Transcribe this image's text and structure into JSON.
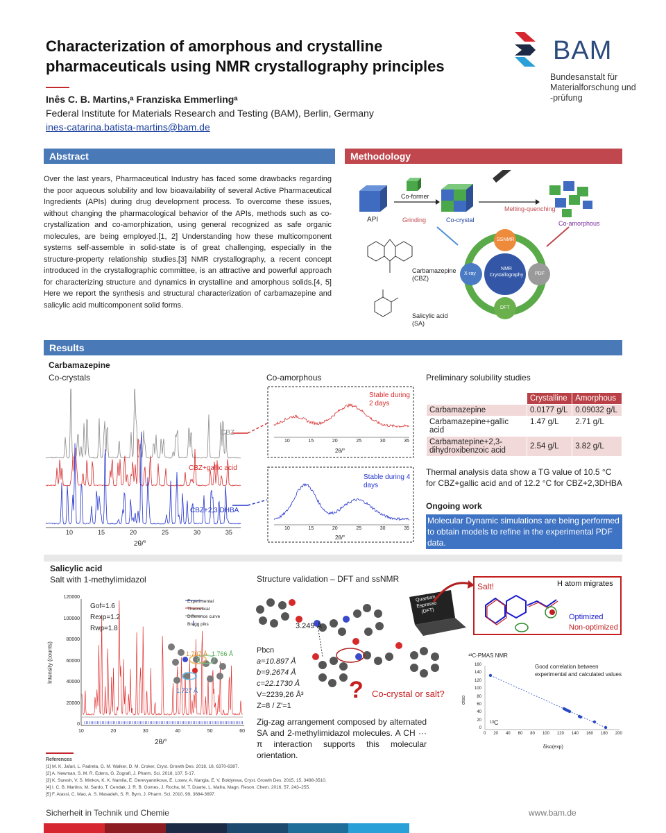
{
  "header": {
    "title": "Characterization of amorphous and crystalline pharmaceuticals using NMR crystallography principles",
    "authors": "Inês C. B. Martins,ᵃ Franziska Emmerlingᵃ",
    "affiliation": "Federal Institute for Materials Research and Testing (BAM), Berlin, Germany",
    "email": "ines-catarina.batista-martins@bam.de",
    "logo_word": "BAM",
    "logo_sub": "Bundesanstalt für Materialforschung und -prüfung"
  },
  "sections": {
    "abstract": "Abstract",
    "methodology": "Methodology",
    "results": "Results"
  },
  "abstract_text": "Over the last years, Pharmaceutical Industry has faced some drawbacks regarding the poor aqueous solubility and low bioavailability of several Active Pharmaceutical Ingredients (APIs) during drug development process. To overcome these issues, without changing the pharmacological behavior of the APIs, methods such as co-crystallization and co-amorphization, using general recognized as safe organic molecules, are being employed.[1, 2] Understanding how these multicomponent systems self-assemble in solid-state is of great challenging, especially in the structure-property relationship studies.[3] NMR crystallography, a recent concept introduced in the crystallographic committee, is an attractive and powerful approach for characterizing structure and dynamics in crystalline and amorphous solids.[4, 5] Here we report the synthesis and structural characterization of carbamazepine and salicylic acid multicomponent solid forms.",
  "methodology": {
    "api": "API",
    "coformer": "Co-former",
    "grinding": "Grinding",
    "cocrystal": "Co-crystal",
    "melting": "Melting-quenching",
    "coamorphous": "Co-amorphous",
    "cbz": "Carbamazepine (CBZ)",
    "sa": "Salicylic acid (SA)",
    "center": "NMR Crystallography",
    "ssnmr": "SSNMR",
    "xray": "X-ray",
    "pdf": "PDF",
    "dft": "DFT"
  },
  "carbamazepine": {
    "heading": "Carbamazepine",
    "cocrystals": "Co-crystals",
    "coamorphous": "Co-amorphous",
    "trace_cbz": "CBZ",
    "trace_gallic": "CBZ+gallic acid",
    "trace_dhba": "CBZ+2,3 DHBA",
    "xaxis_ticks": [
      "10",
      "15",
      "20",
      "25",
      "30",
      "35"
    ],
    "xlabel": "2θ/°",
    "stable1": "Stable during 2 days",
    "stable2": "Stable during 4 days"
  },
  "solubility": {
    "heading": "Preliminary solubility studies",
    "col1": "Crystalline",
    "col2": "Amorphous",
    "rows": [
      [
        "Carbamazepine",
        "0.0177 g/L",
        "0.09032 g/L"
      ],
      [
        "Carbamazepine+gallic acid",
        "1.47 g/L",
        "2.71 g/L"
      ],
      [
        "Carbamatepine+2,3-dihydroxibenzoic acid",
        "2.54 g/L",
        "3.82 g/L"
      ]
    ],
    "thermal": "Thermal analysis data show a TG value of 10.5 °C for CBZ+gallic acid and of 12.2 °C for CBZ+2,3DHBA",
    "ongoing_h": "Ongoing work",
    "ongoing": "Molecular Dynamic simulations are being performed to obtain models to refine in the experimental PDF data."
  },
  "salicylic": {
    "heading": "Salicylic acid",
    "salt": "Salt with 1-methylimidazol",
    "gof": "Gof=1.6",
    "rexp": "Rexp=1.2",
    "rwp": "Rwp=1.8",
    "legend": [
      "Experimental",
      "Theoretical",
      "Difference curve",
      "Bragg piks"
    ],
    "ylabel": "Intensity (counts)",
    "yticks": [
      "120000",
      "100000",
      "80000",
      "60000",
      "40000",
      "20000",
      "0"
    ],
    "xticks": [
      "10",
      "20",
      "30",
      "40",
      "50",
      "60"
    ],
    "xlabel": "2θ/°",
    "d1": "1.707 Å",
    "d2": "1.766 Å",
    "d3": "1.727 Å",
    "validation": "Structure validation – DFT and ssNMR",
    "cell": [
      "Pbcn",
      "a=10.897 Å",
      "b=9.2674 Å",
      "c=22.1730 Å",
      "V=2239,26 Å³",
      "Z=8 / Z'=1"
    ],
    "dist": "3.249 Å",
    "question": "Co-crystal or salt?",
    "laptop": "Quantum Espresso (DFT)",
    "zigzag": "Zig-zag arrangement composed by alternated SA and 2-methylimidazol molecules. A CH ··· π interaction supports this molecular orientation.",
    "salt_box": "Salt!",
    "migrates": "H atom migrates",
    "optimized": "Optimized",
    "nonoptimized": "Non-optimized",
    "cpmas": "¹³C-PMAS NMR",
    "corr": "Good correlation between experimental and calculated values",
    "c13": "¹³C",
    "corr_xlabel": "δiso(exp)",
    "corr_ylabel": "σiso",
    "corr_xticks": [
      "0",
      "20",
      "40",
      "60",
      "80",
      "100",
      "120",
      "140",
      "160",
      "180",
      "200"
    ],
    "corr_yticks": [
      "160",
      "140",
      "120",
      "100",
      "80",
      "60",
      "40",
      "20",
      "0"
    ]
  },
  "references": {
    "heading": "References",
    "items": [
      "[1] M. K. Jafari, L. Padrela, G. M. Walker, D. M. Croker, Cryst. Growth Des. 2018, 18, 6370-6387.",
      "[2] A. Newman, S. M. R. Edens, G. Zografi, J. Pharm. Sci. 2018, 107, 5-17.",
      "[3] K. Suresh, V. S. Minkov, K. K. Namila, E. Derevyannikova, E. Losev, A. Nangia, E. V. Boldyreva, Cryst. Growth Des. 2015, 15, 3498-3510.",
      "[4] I. C. B. Martins, M. Sardo, T. Cendak, J. R. B. Gomes, J. Rocha, M. T. Duarte, L. Mafra, Magn. Reson. Chem. 2016, 57, 243–255.",
      "[5] F. Atassi, C. Mao, A. S. Masadeh, S. R. Byrn, J. Pharm. Sci. 2010, 99, 3684-3697."
    ]
  },
  "footer": {
    "left": "Sicherheit in Technik und Chemie",
    "right": "www.bam.de",
    "stripe_colors": [
      "#d6262f",
      "#8d1b22",
      "#1d2a45",
      "#1c4a6e",
      "#1f6d99",
      "#29a0d8"
    ]
  }
}
